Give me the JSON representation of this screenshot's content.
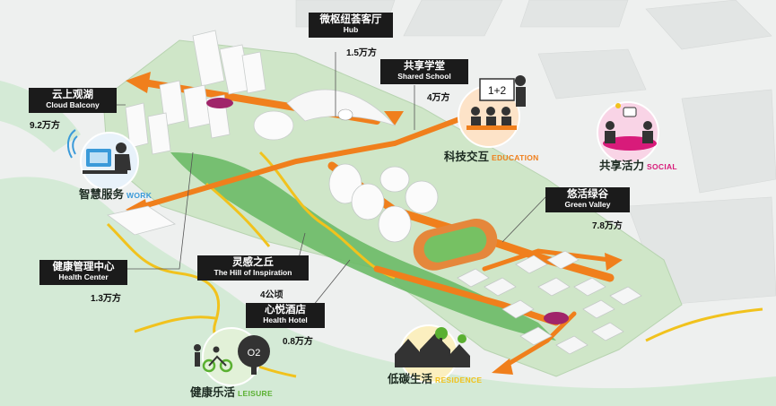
{
  "colors": {
    "accent_orange": "#f07f1c",
    "accent_yellow": "#f1c21d",
    "leisure_green": "#5ab031",
    "work_blue": "#3a9ad9",
    "social_magenta": "#d81b7a",
    "label_bg": "#1b1b1b",
    "water": "#d4ead6",
    "park_green": "#66b76b"
  },
  "labels": {
    "hub": {
      "zh": "微枢纽荟客厅",
      "en": "Hub",
      "area": "1.5万方"
    },
    "cloud_balcony": {
      "zh": "云上观湖",
      "en": "Cloud Balcony",
      "area": "9.2万方"
    },
    "shared_school": {
      "zh": "共享学堂",
      "en": "Shared School",
      "area": "4万方"
    },
    "green_valley": {
      "zh": "悠活绿谷",
      "en": "Green Valley",
      "area": "7.8万方"
    },
    "health_center": {
      "zh": "健康管理中心",
      "en": "Health Center",
      "area": "1.3万方"
    },
    "hill_of_inspiration": {
      "zh": "灵感之丘",
      "en": "The Hill of Inspiration",
      "area": "4公顷"
    },
    "health_hotel": {
      "zh": "心悦酒店",
      "en": "Health Hotel",
      "area": "0.8万方"
    }
  },
  "categories": {
    "work": {
      "zh": "智慧服务",
      "en": "WORK",
      "color": "#3a9ad9",
      "icon": "computer-worker-icon"
    },
    "education": {
      "zh": "科技交互",
      "en": "EDUCATION",
      "color": "#f07f1c",
      "icon": "classroom-icon",
      "board_text": "1+2"
    },
    "social": {
      "zh": "共享活力",
      "en": "SOCIAL",
      "color": "#d81b7a",
      "icon": "meeting-table-icon"
    },
    "leisure": {
      "zh": "健康乐活",
      "en": "LEISURE",
      "color": "#5ab031",
      "icon": "cyclist-tree-icon",
      "tree_text": "O2"
    },
    "residence": {
      "zh": "低碳生活",
      "en": "RESIDENCE",
      "color": "#f1c21d",
      "icon": "houses-icon"
    }
  }
}
